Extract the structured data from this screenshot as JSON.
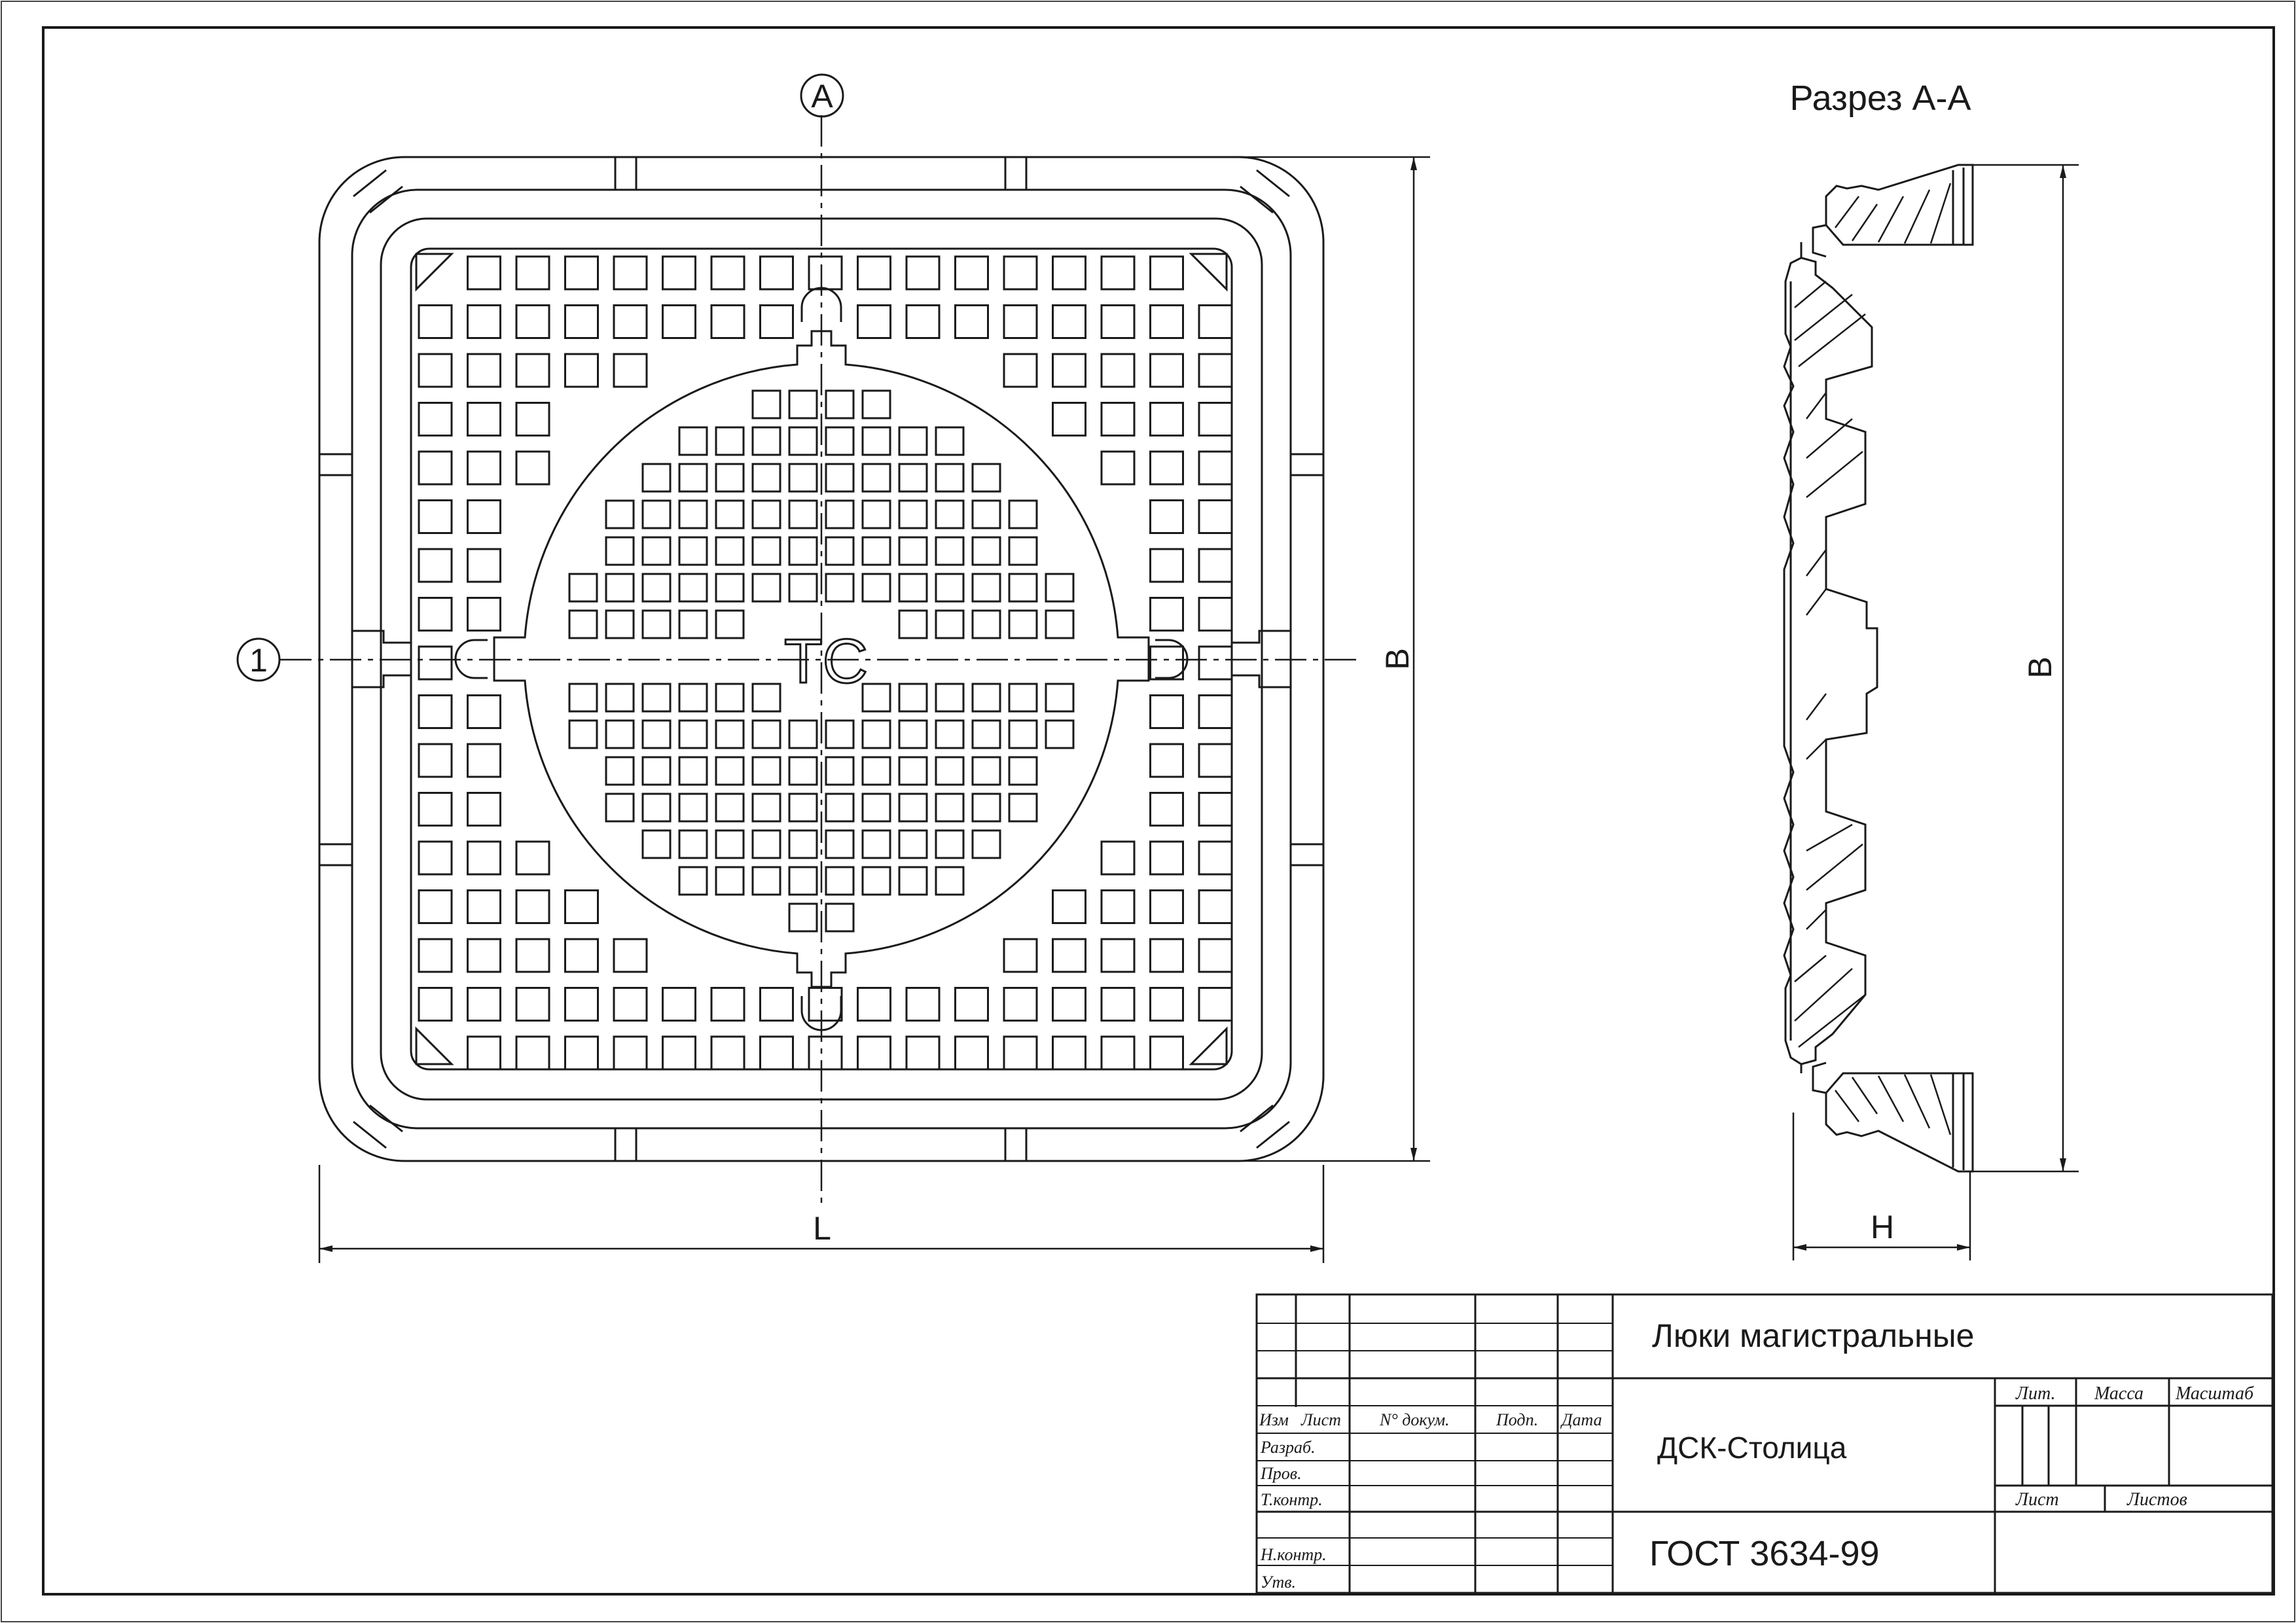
{
  "views": {
    "section_title": "Разрез А-А"
  },
  "markers": {
    "section_a": "A",
    "axis_1": "1"
  },
  "cover_mark": "TC",
  "dimensions": {
    "plan_width": "L",
    "plan_height": "B",
    "section_height": "B",
    "section_depth": "H"
  },
  "title_block": {
    "name": "Люки магистральные",
    "organization": "ДСК-Столица",
    "standard": "ГОСТ 3634-99",
    "column_headers": [
      "Изм",
      "Лист",
      "N° докум.",
      "Подп.",
      "Дата"
    ],
    "row_labels": [
      "Разраб.",
      "Пров.",
      "Т.контр.",
      "",
      "Н.контр.",
      "Утв."
    ],
    "lit": "Лит.",
    "mass": "Масса",
    "scale": "Масштаб",
    "sheet": "Лист",
    "sheets": "Листов"
  }
}
